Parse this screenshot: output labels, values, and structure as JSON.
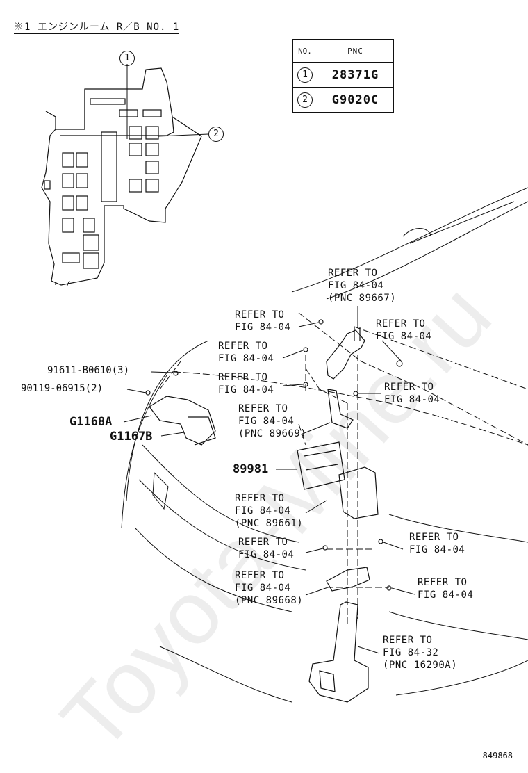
{
  "header": {
    "text": "※1 エンジンルーム R／B NO. 1"
  },
  "pnc_table": {
    "col_no": "NO.",
    "col_pnc": "PNC",
    "rows": [
      {
        "no": "1",
        "pnc": "28371G"
      },
      {
        "no": "2",
        "pnc": "G9020C"
      }
    ]
  },
  "callouts": {
    "c1": "1",
    "c2": "2"
  },
  "part_numbers": {
    "p1": "91611-B0610(3)",
    "p2": "90119-06915(2)",
    "p3": "G1168A",
    "p4": "G1167B",
    "p5": "89981"
  },
  "refer_labels": [
    {
      "line1": "REFER TO",
      "line2": "FIG 84-04",
      "line3": "(PNC 89667)"
    },
    {
      "line1": "REFER TO",
      "line2": "FIG 84-04",
      "line3": ""
    },
    {
      "line1": "REFER TO",
      "line2": "FIG 84-04",
      "line3": ""
    },
    {
      "line1": "REFER TO",
      "line2": "FIG 84-04",
      "line3": ""
    },
    {
      "line1": "REFER TO",
      "line2": "FIG 84-04",
      "line3": ""
    },
    {
      "line1": "REFER TO",
      "line2": "FIG 84-04",
      "line3": ""
    },
    {
      "line1": "REFER TO",
      "line2": "FIG 84-04",
      "line3": "(PNC 89669)"
    },
    {
      "line1": "REFER TO",
      "line2": "FIG 84-04",
      "line3": "(PNC 89661)"
    },
    {
      "line1": "REFER TO",
      "line2": "FIG 84-04",
      "line3": ""
    },
    {
      "line1": "REFER TO",
      "line2": "FIG 84-04",
      "line3": ""
    },
    {
      "line1": "REFER TO",
      "line2": "FIG 84-04",
      "line3": "(PNC 89668)"
    },
    {
      "line1": "REFER TO",
      "line2": "FIG 84-04",
      "line3": ""
    },
    {
      "line1": "REFER TO",
      "line2": "FIG 84-32",
      "line3": "(PNC 16290A)"
    }
  ],
  "watermark": "Toyota-Mine.ru",
  "footer": {
    "code": "849868"
  }
}
